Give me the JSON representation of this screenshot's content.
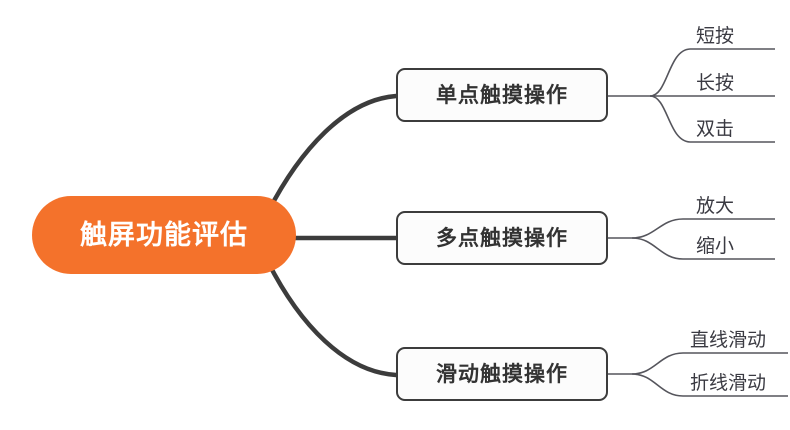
{
  "diagram": {
    "type": "mind-map",
    "title": "触屏功能评估",
    "background_color": "#FFFFFF",
    "root": {
      "label": "触屏功能评估",
      "fill_color": "#F4722B",
      "text_color": "#FFFFFF"
    },
    "edge_color": "#3C3C3C",
    "branches": [
      {
        "label": "单点触摸操作",
        "leaves": [
          {
            "label": "短按"
          },
          {
            "label": "长按"
          },
          {
            "label": "双击"
          }
        ]
      },
      {
        "label": "多点触摸操作",
        "leaves": [
          {
            "label": "放大"
          },
          {
            "label": "缩小"
          }
        ]
      },
      {
        "label": "滑动触摸操作",
        "leaves": [
          {
            "label": "直线滑动"
          },
          {
            "label": "折线滑动"
          }
        ]
      }
    ]
  }
}
